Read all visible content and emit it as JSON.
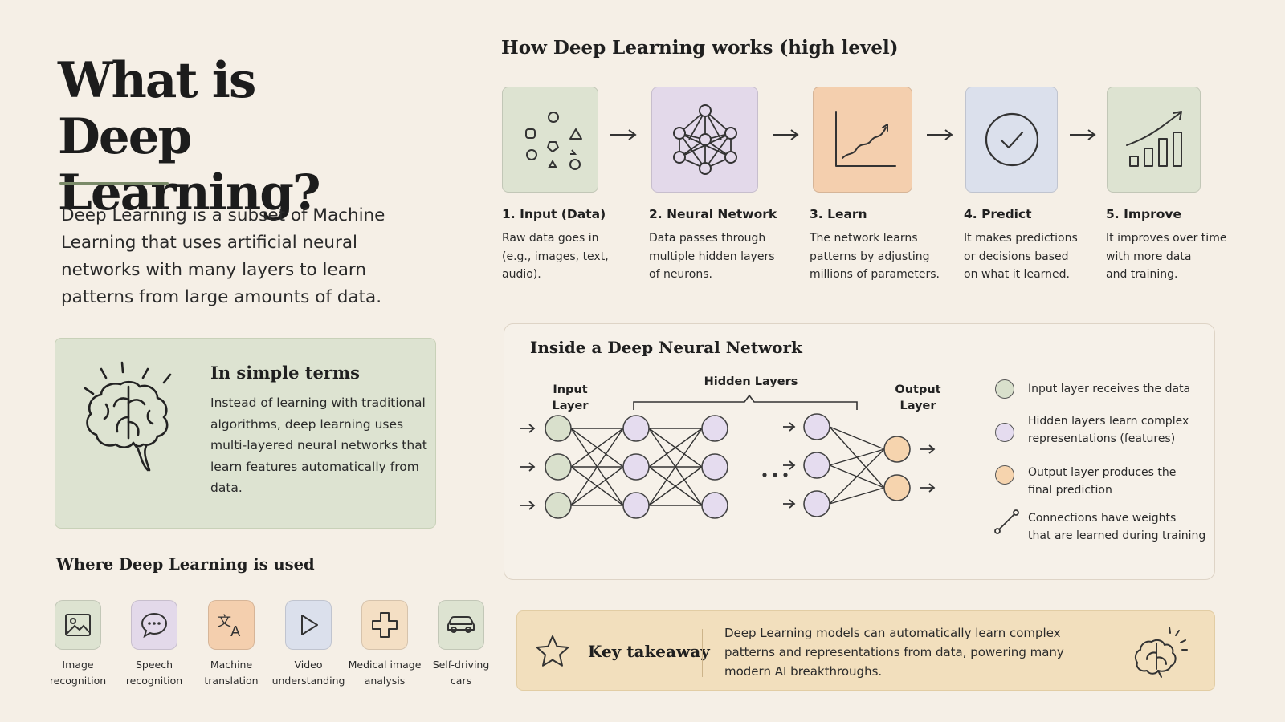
{
  "title_line1": "What is",
  "title_line2": "Deep Learning?",
  "intro": "Deep Learning is a subset of Machine Learning that uses artificial neural networks with many layers to learn patterns from large amounts of data.",
  "simple_terms": {
    "title": "In simple terms",
    "text": "Instead of learning with traditional algorithms, deep learning uses multi-layered neural networks that learn features automatically from data."
  },
  "uses": {
    "title": "Where Deep Learning is used",
    "items": [
      {
        "line1": "Image",
        "line2": "recognition",
        "icon": "image-icon",
        "color": "#dde3d1"
      },
      {
        "line1": "Speech",
        "line2": "recognition",
        "icon": "speech-bubble-icon",
        "color": "#e3d9ea"
      },
      {
        "line1": "Machine",
        "line2": "translation",
        "icon": "translate-icon",
        "color": "#f4cfae"
      },
      {
        "line1": "Video",
        "line2": "understanding",
        "icon": "play-icon",
        "color": "#dbe0ec"
      },
      {
        "line1": "Medical image",
        "line2": "analysis",
        "icon": "medical-cross-icon",
        "color": "#f4dfc4"
      },
      {
        "line1": "Self-driving",
        "line2": "cars",
        "icon": "car-icon",
        "color": "#dde3d1"
      }
    ]
  },
  "how": {
    "title": "How Deep Learning works (high level)",
    "steps": [
      {
        "title": "1. Input (Data)",
        "desc": [
          "Raw data goes in",
          "(e.g., images, text,",
          "audio)."
        ],
        "icon": "shapes-icon",
        "color": "#dde3d1"
      },
      {
        "title": "2. Neural Network",
        "desc": [
          "Data passes through",
          "multiple hidden layers",
          "of neurons."
        ],
        "icon": "network-icon",
        "color": "#e3d9ea"
      },
      {
        "title": "3. Learn",
        "desc": [
          "The network learns",
          "patterns by adjusting",
          "millions of parameters."
        ],
        "icon": "trend-chart-icon",
        "color": "#f4cfae"
      },
      {
        "title": "4. Predict",
        "desc": [
          "It makes predictions",
          "or decisions based",
          "on what it learned."
        ],
        "icon": "check-circle-icon",
        "color": "#dbe0ec"
      },
      {
        "title": "5. Improve",
        "desc": [
          "It improves over time",
          "with more data",
          "and training."
        ],
        "icon": "growth-chart-icon",
        "color": "#dde3d1"
      }
    ]
  },
  "network": {
    "title": "Inside a Deep Neural Network",
    "input_label": [
      "Input",
      "Layer"
    ],
    "hidden_label": "Hidden Layers",
    "output_label": [
      "Output",
      "Layer"
    ],
    "colors": {
      "input": "#d9e0cc",
      "hidden": "#e5dcef",
      "output": "#f6d4ae"
    },
    "legend": [
      {
        "text": [
          "Input layer receives the data"
        ],
        "color": "#d9e0cc"
      },
      {
        "text": [
          "Hidden layers learn complex",
          "representations (features)"
        ],
        "color": "#e5dcef"
      },
      {
        "text": [
          "Output layer produces the",
          "final prediction"
        ],
        "color": "#f6d4ae"
      },
      {
        "text": [
          "Connections have weights",
          "that are learned during training"
        ],
        "icon": "weighted-connection-icon"
      }
    ]
  },
  "takeaway": {
    "title": "Key takeaway",
    "text": "Deep Learning models can automatically learn complex patterns and representations from data, powering many modern AI breakthroughs."
  }
}
